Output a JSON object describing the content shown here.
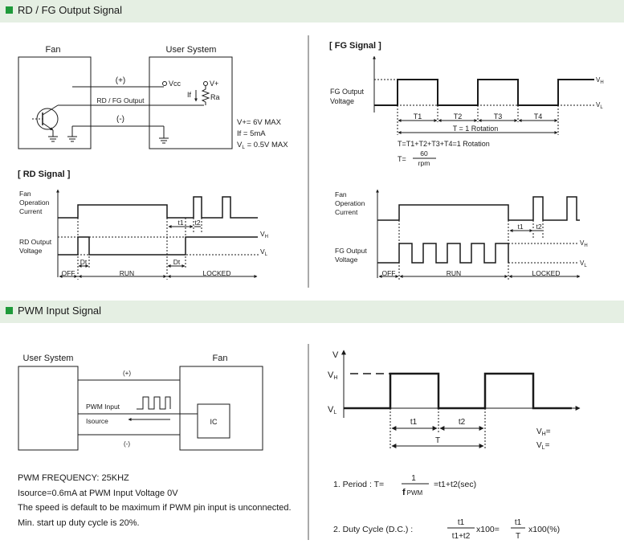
{
  "sections": {
    "output_title": "RD / FG Output Signal",
    "pwm_title": "PWM Input Signal"
  },
  "output_circuit": {
    "fan_label": "Fan",
    "user_label": "User System",
    "plus": "(+)",
    "minus": "(-)",
    "line_label": "RD / FG Output",
    "vcc": "Vcc",
    "vplus": "V+",
    "if_label": "If",
    "ra_label": "Ra",
    "spec1": "V+= 6V MAX",
    "spec2": "If   = 5mA",
    "spec3_main": "V",
    "spec3_sub": "L",
    "spec3_rest": " = 0.5V MAX"
  },
  "rd_signal": {
    "title": "[ RD Signal ]",
    "current_label": [
      "Fan",
      "Operation",
      "Current"
    ],
    "voltage_label": [
      "RD Output",
      "Voltage"
    ],
    "vh": "V",
    "vh_sub": "H",
    "vl": "V",
    "vl_sub": "L",
    "t1": "t1",
    "t2": "t2",
    "dt": "Dt",
    "off": "OFF",
    "run": "RUN",
    "locked": "LOCKED"
  },
  "fg_signal": {
    "title": "[ FG Signal ]",
    "voltage_label": [
      "FG Output",
      "Voltage"
    ],
    "vh": "V",
    "vh_sub": "H",
    "vl": "V",
    "vl_sub": "L",
    "periods": [
      "T1",
      "T2",
      "T3",
      "T4"
    ],
    "rotation": "T = 1 Rotation",
    "formula": "T=T1+T2+T3+T4=1 Rotation",
    "t_eq": "T=",
    "num": "60",
    "den": "rpm"
  },
  "fg_signal2": {
    "current_label": [
      "Fan",
      "Operation",
      "Current"
    ],
    "voltage_label": [
      "FG Output",
      "Voltage"
    ],
    "vh": "V",
    "vh_sub": "H",
    "vl": "V",
    "vl_sub": "L",
    "t1": "t1",
    "t2": "t2",
    "off": "OFF",
    "run": "RUN",
    "locked": "LOCKED"
  },
  "pwm_circuit": {
    "user_label": "User System",
    "fan_label": "Fan",
    "plus": "(+)",
    "minus": "(-)",
    "pwm_input": "PWM Input",
    "isource": "Isource",
    "ic": "IC"
  },
  "pwm_wave": {
    "v": "V",
    "vh": "V",
    "vh_sub": "H",
    "vl": "V",
    "vl_sub": "L",
    "t1": "t1",
    "t2": "t2",
    "T": "T",
    "vh_eq": "V",
    "vh_eq_sub": "H",
    "vh_eq_rest": "=",
    "vl_eq": "V",
    "vl_eq_sub": "L",
    "vl_eq_rest": "="
  },
  "notes": {
    "freq": "PWM FREQUENCY: 25KHZ",
    "isource": "Isource=0.6mA at PWM Input Voltage 0V",
    "default": "The speed is default to be maximum if PWM pin input is unconnected.",
    "startup": "Min. start up duty cycle is 20%."
  },
  "formulas": {
    "period_label": "1. Period : T=",
    "period_num": "1",
    "period_den_f": "f",
    "period_den_sub": "PWM",
    "period_rest": "=t1+t2(sec)",
    "duty_label": "2. Duty Cycle (D.C.) :",
    "duty_num1": "t1",
    "duty_den1": "t1+t2",
    "duty_mid": "x100=",
    "duty_num2": "t1",
    "duty_den2": "T",
    "duty_rest": "x100(%)"
  },
  "colors": {
    "band": "#e5efe3",
    "bullet": "#1f9a3a",
    "line": "#1a1a1a"
  }
}
